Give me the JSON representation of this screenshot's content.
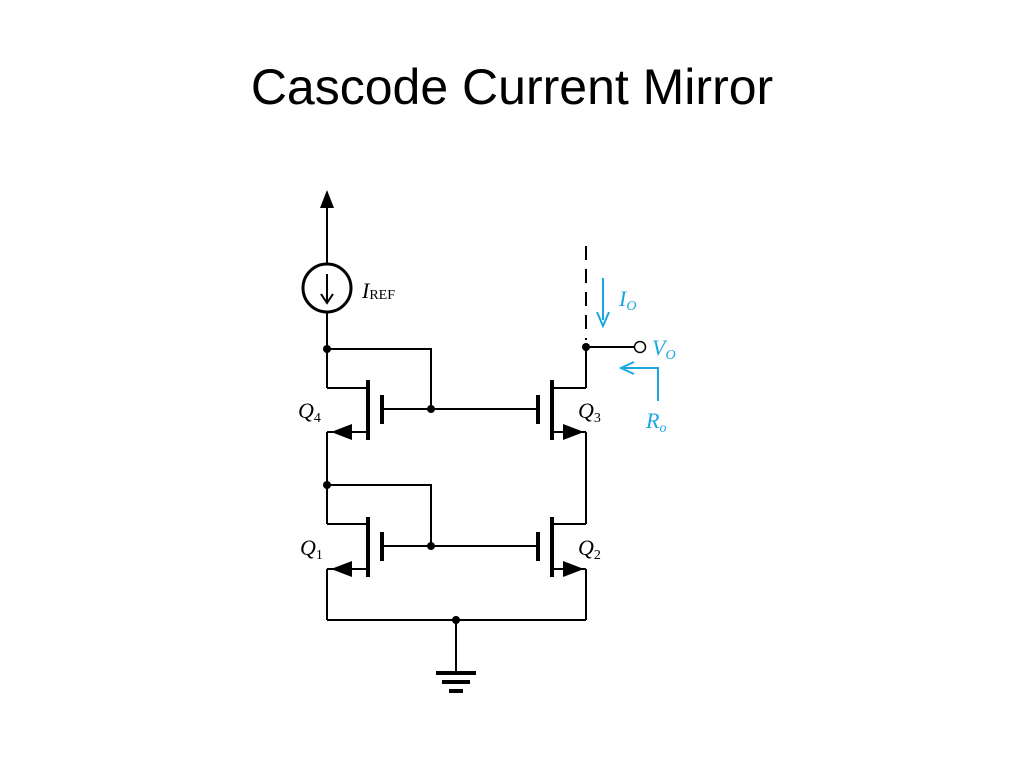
{
  "slide": {
    "title": "Cascode Current Mirror"
  },
  "diagram": {
    "labels": {
      "iref": {
        "main": "I",
        "sub": "REF"
      },
      "q4": {
        "main": "Q",
        "sub": "4"
      },
      "q3": {
        "main": "Q",
        "sub": "3"
      },
      "q1": {
        "main": "Q",
        "sub": "1"
      },
      "q2": {
        "main": "Q",
        "sub": "2"
      },
      "io": {
        "main": "I",
        "sub": "O"
      },
      "vo": {
        "main": "V",
        "sub": "O"
      },
      "ro": {
        "main": "R",
        "sub": "o"
      }
    },
    "colors": {
      "wire": "#000000",
      "annotation": "#1aa7e0"
    }
  }
}
